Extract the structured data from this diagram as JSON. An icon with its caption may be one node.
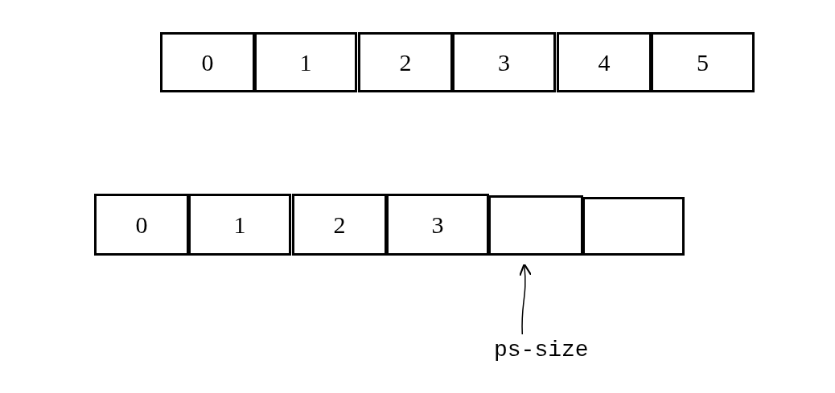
{
  "diagram": {
    "nodes": [
      {
        "text": [
          "0"
        ]
      },
      {
        "text": [
          "1"
        ]
      },
      {
        "text": [
          "2"
        ]
      },
      {
        "text": [
          "3"
        ]
      },
      {
        "text": [
          "4"
        ]
      },
      {
        "text": [
          "5"
        ]
      },
      {
        "text": [
          "0"
        ]
      },
      {
        "text": [
          "1"
        ]
      },
      {
        "text": [
          "2"
        ]
      },
      {
        "text": [
          "3"
        ]
      },
      {
        "text": [],
        "shape": "box"
      },
      {
        "text": [],
        "shape": "box"
      },
      {
        "text": [
          "ps-size"
        ]
      }
    ],
    "edges": [
      {
        "from": 12,
        "to": 10,
        "arrow": "to"
      }
    ]
  }
}
